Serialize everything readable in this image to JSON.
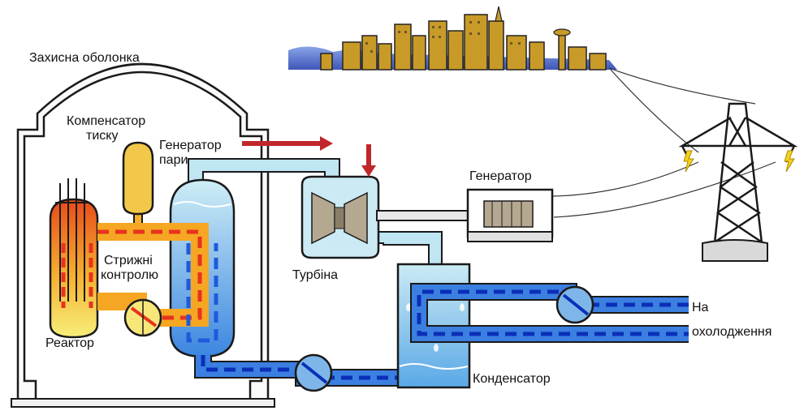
{
  "labels": {
    "containment": "Захисна оболонка",
    "pressurizer_line1": "Компенсатор",
    "pressurizer_line2": "тиску",
    "steam_gen_line1": "Генератор",
    "steam_gen_line2": "пари",
    "generator": "Генератор",
    "control_rods_line1": "Стрижні",
    "control_rods_line2": "контролю",
    "turbine": "Турбіна",
    "reactor": "Реактор",
    "condenser": "Конденсатор",
    "cooling_line1": "На",
    "cooling_line2": "охолодження"
  },
  "colors": {
    "primary_hot": "#e8321e",
    "primary_warm": "#f5a623",
    "secondary_water": "#1e5adc",
    "steam": "#bfe6f2",
    "arrow": "#c0262a",
    "outline": "#1a1a1a"
  },
  "icons": [
    "city-skyline-icon",
    "transmission-tower-icon",
    "lightning-icon",
    "pump-icon"
  ]
}
